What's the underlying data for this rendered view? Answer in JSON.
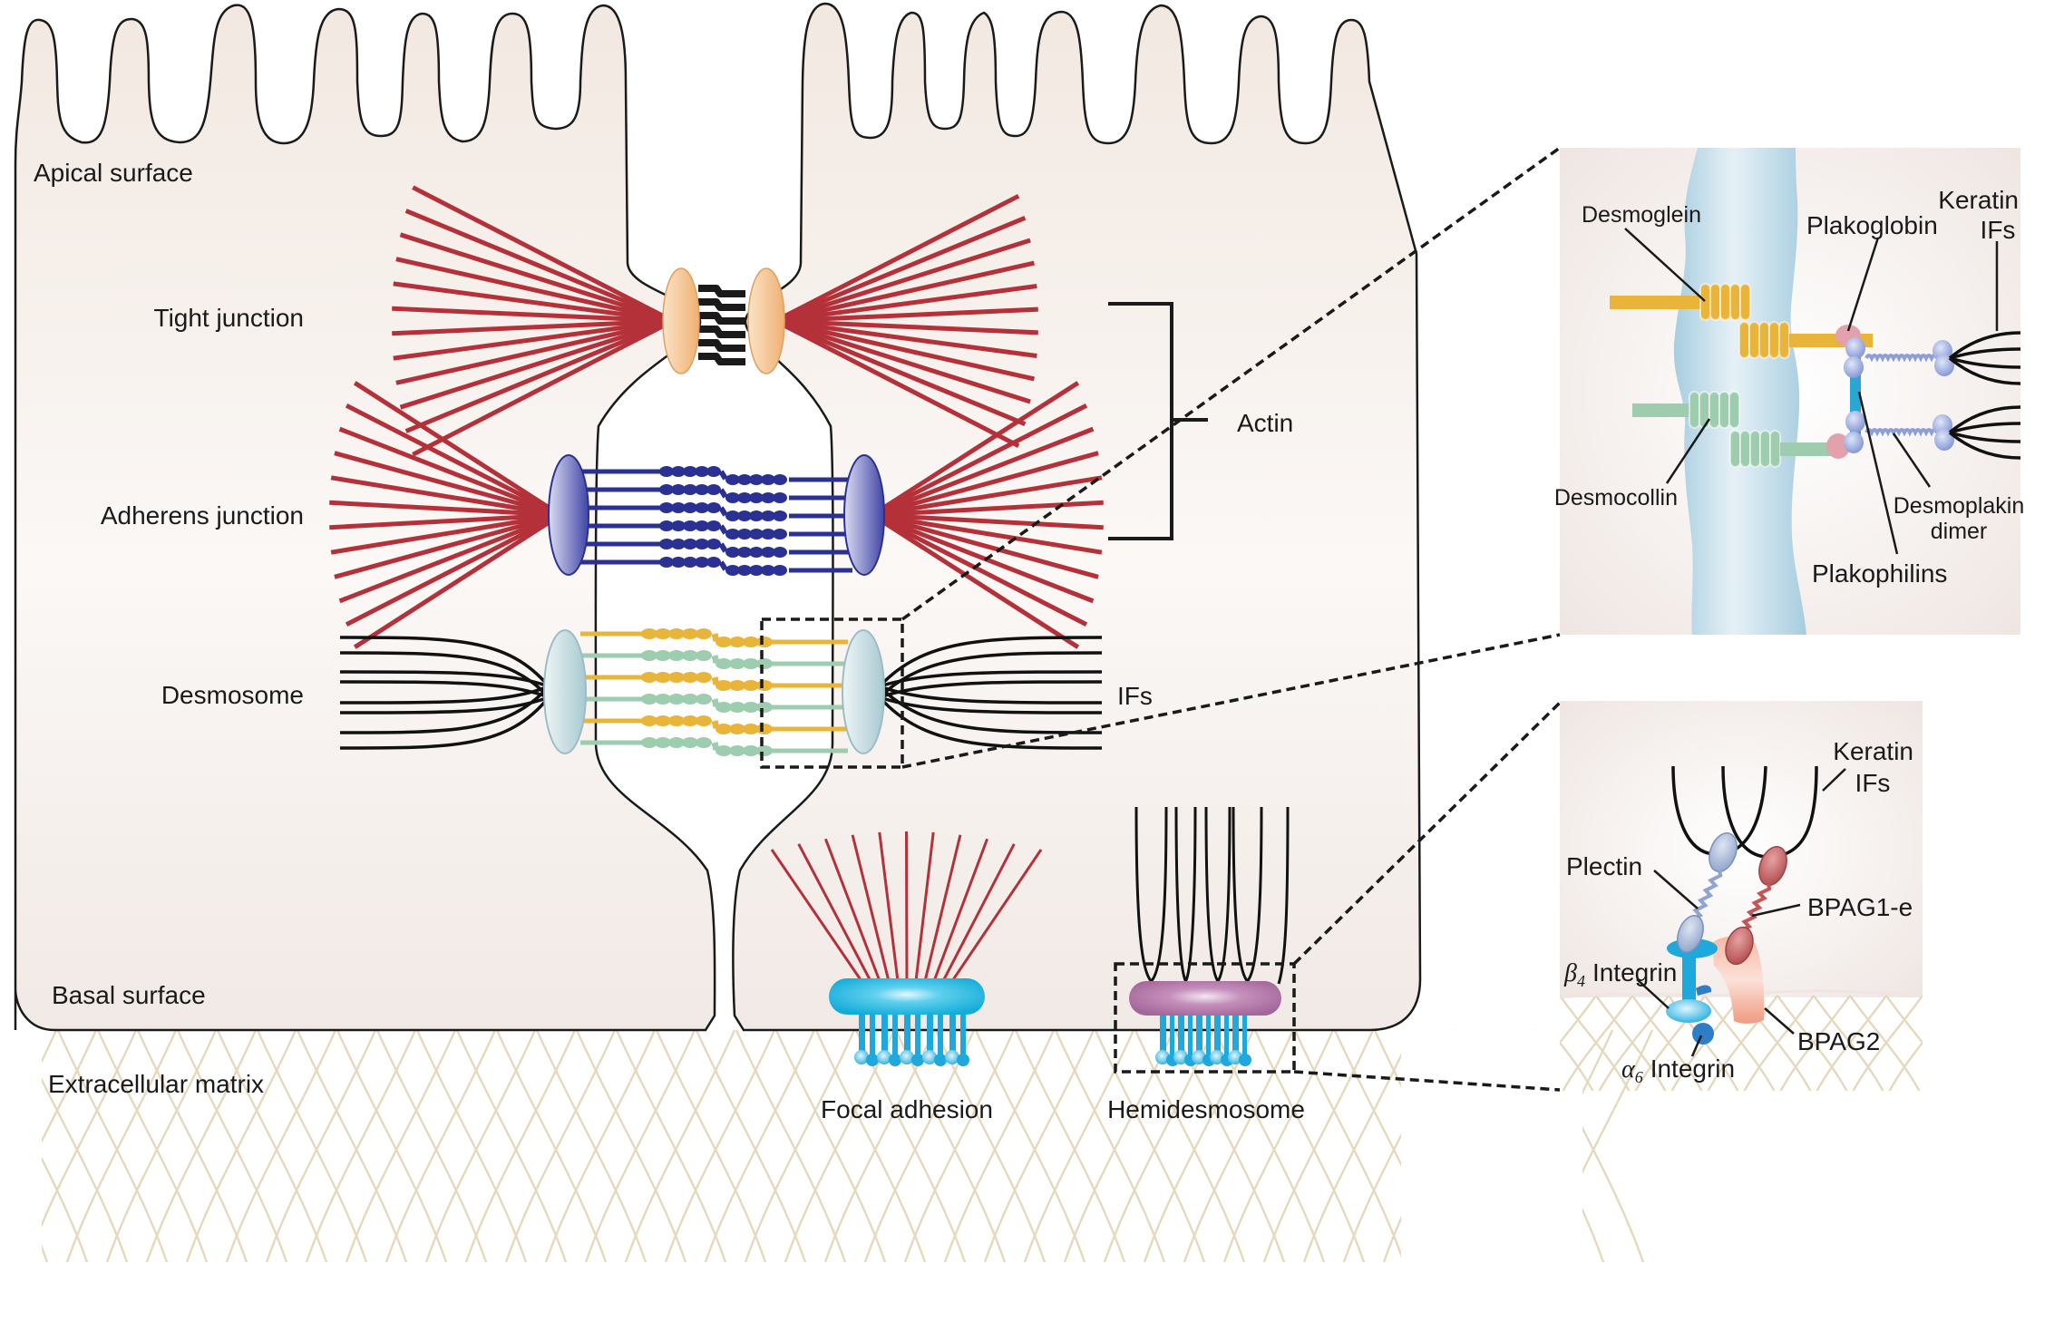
{
  "figure": {
    "title": "Epithelial cell junctions",
    "colors": {
      "cytoplasm": "#f3ebe6",
      "cytoplasm_light": "#fbf8f6",
      "outline": "#1a1a1a",
      "actin": "#b5313a",
      "tight_junction_plaque": "#f2c08a",
      "tight_junction_strand": "#1a1a1a",
      "adherens_plaque": "#5a5fb8",
      "adherens_strand": "#2b3192",
      "desmosome_plaque": "#c9dde2",
      "desmoglein": "#e8b53a",
      "desmocollin": "#9dccae",
      "intermediate_filament": "#111111",
      "focal_adhesion": "#1fb6dc",
      "hemidesmosome": "#a8699e",
      "integrin": "#1fa8dc",
      "ecm_fiber": "#e6d8bd",
      "membrane_blue": "#a9cfe0",
      "plakoglobin": "#e3a0ad",
      "plakophilin": "#2aa6d4",
      "desmoplakin": "#8e9fd8",
      "plectin": "#9fb3d6",
      "bpag1": "#c0595a",
      "bpag2": "#f0a48e",
      "alpha6": "#2d7dc7",
      "dashed": "#1a1a1a"
    }
  },
  "labels": {
    "apical_surface": "Apical surface",
    "tight_junction": "Tight junction",
    "adherens_junction": "Adherens junction",
    "desmosome": "Desmosome",
    "basal_surface": "Basal surface",
    "extracellular_matrix": "Extracellular matrix",
    "focal_adhesion": "Focal adhesion",
    "hemidesmosome": "Hemidesmosome",
    "actin": "Actin",
    "ifs": "IFs"
  },
  "desmosome_inset": {
    "desmoglein": "Desmoglein",
    "plakoglobin": "Plakoglobin",
    "keratin_line1": "Keratin",
    "keratin_line2": "IFs",
    "desmocollin": "Desmocollin",
    "desmoplakin_line1": "Desmoplakin",
    "desmoplakin_line2": "dimer",
    "plakophilins": "Plakophilins"
  },
  "hemidesmosome_inset": {
    "keratin_line1": "Keratin",
    "keratin_line2": "IFs",
    "plectin": "Plectin",
    "bpag1e": "BPAG1-e",
    "beta4_symbol": "β",
    "beta4_sub": "4",
    "beta4_text": "Integrin",
    "bpag2": "BPAG2",
    "alpha6_symbol": "α",
    "alpha6_sub": "6",
    "alpha6_text": "Integrin"
  }
}
